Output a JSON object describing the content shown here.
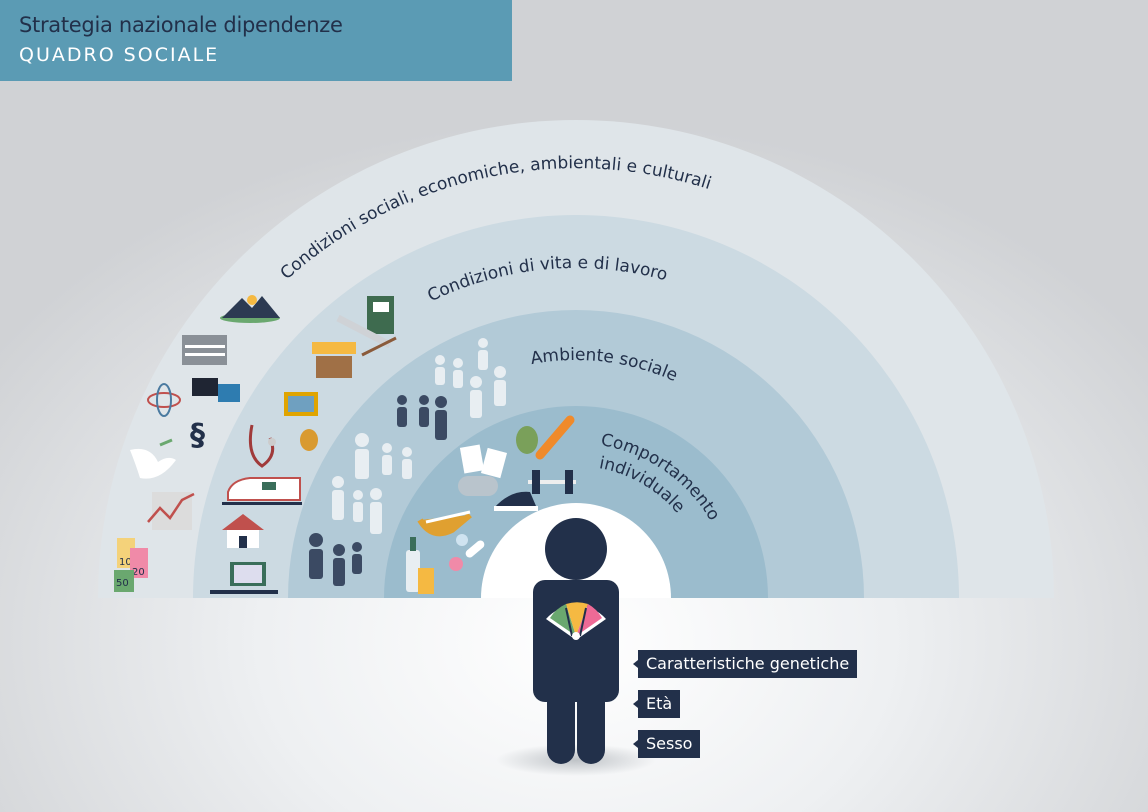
{
  "header": {
    "subtitle": "Strategia nazionale dipendenze",
    "title": "QUADRO SOCIALE"
  },
  "layers": [
    {
      "label": "Condizioni sociali, economiche, ambientali e culturali",
      "color": "#dfe5e9"
    },
    {
      "label": "Condizioni di vita e di lavoro",
      "color": "#ccdae2"
    },
    {
      "label": "Ambiente sociale",
      "color": "#b2cad7"
    },
    {
      "label_line1": "Comportamento",
      "label_line2": "individuale",
      "color": "#9bbccd"
    }
  ],
  "person": {
    "color": "#22304a",
    "traits": [
      "Caratteristiche genetiche",
      "Età",
      "Sesso"
    ]
  },
  "icons": {
    "money_values": [
      "10",
      "20",
      "50"
    ]
  }
}
